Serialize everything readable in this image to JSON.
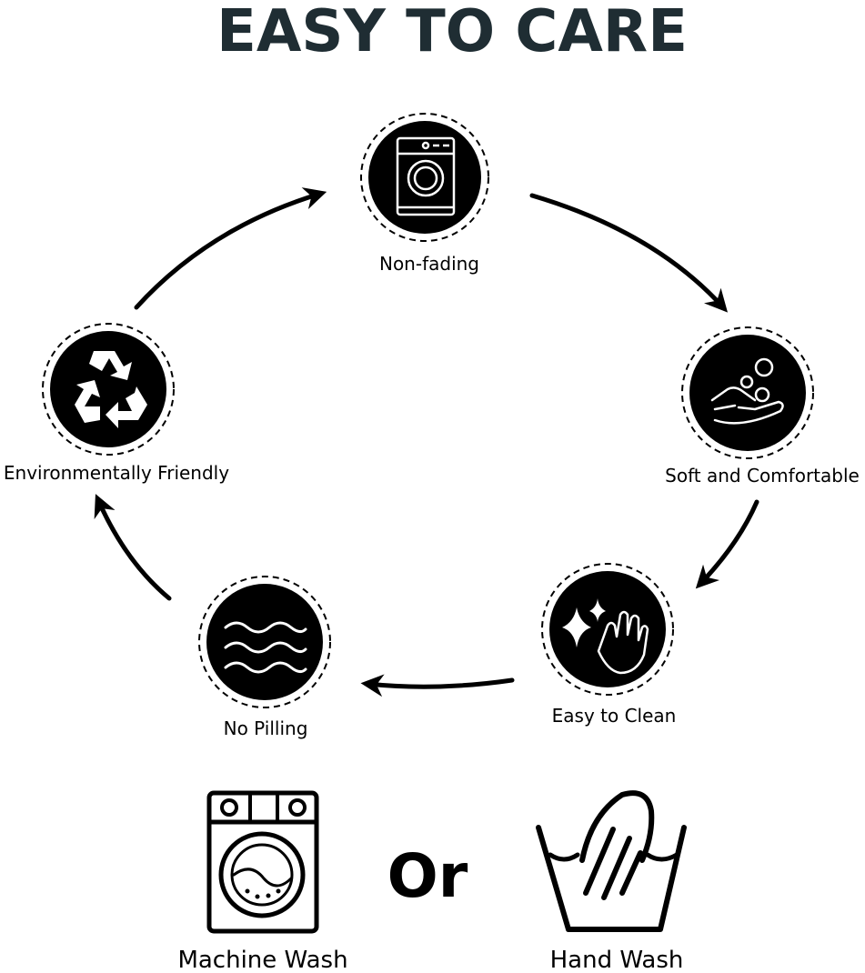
{
  "header": {
    "title": "EASY TO CARE"
  },
  "cycle": {
    "items": [
      {
        "label": "Non-fading",
        "icon": "washing-machine-icon"
      },
      {
        "label": "Soft and Comfortable",
        "icon": "hand-bubbles-icon"
      },
      {
        "label": "Easy to Clean",
        "icon": "sparkle-hand-icon"
      },
      {
        "label": "No Pilling",
        "icon": "waves-icon"
      },
      {
        "label": "Environmentally Friendly",
        "icon": "recycle-icon"
      }
    ]
  },
  "wash": {
    "machine_label": "Machine Wash",
    "or_text": "Or",
    "hand_label": "Hand Wash"
  },
  "colors": {
    "title": "#1f2d33",
    "icon_bg": "#000000",
    "icon_fg": "#ffffff"
  }
}
